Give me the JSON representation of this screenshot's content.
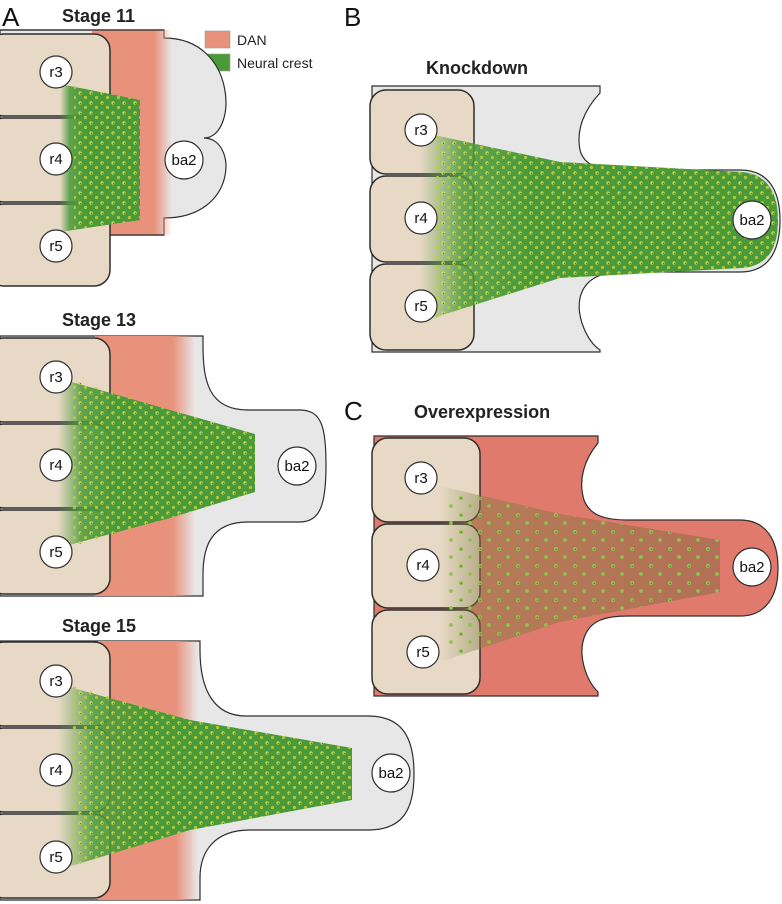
{
  "legend": [
    {
      "label": "DAN",
      "color": "#e8927c"
    },
    {
      "label": "Neural crest",
      "color": "#4a9a3a"
    }
  ],
  "colors": {
    "rhombomere_fill": "#e8d9c6",
    "rhombomere_stroke": "#2e2e2e",
    "arch_fill": "#e7e7e7",
    "dan": "#e8927c",
    "dan_overexpression": "#e07a6c",
    "neural_crest": "#4a9a3a",
    "cell_yellow": "#c9d64a"
  },
  "panel_a": {
    "letter": "A",
    "stages": [
      {
        "title": "Stage 11",
        "rhombomeres": [
          "r3",
          "r4",
          "r5"
        ],
        "arch": "ba2"
      },
      {
        "title": "Stage 13",
        "rhombomeres": [
          "r3",
          "r4",
          "r5"
        ],
        "arch": "ba2"
      },
      {
        "title": "Stage 15",
        "rhombomeres": [
          "r3",
          "r4",
          "r5"
        ],
        "arch": "ba2"
      }
    ]
  },
  "panel_b": {
    "letter": "B",
    "title": "Knockdown",
    "rhombomeres": [
      "r3",
      "r4",
      "r5"
    ],
    "arch": "ba2"
  },
  "panel_c": {
    "letter": "C",
    "title": "Overexpression",
    "rhombomeres": [
      "r3",
      "r4",
      "r5"
    ],
    "arch": "ba2"
  }
}
